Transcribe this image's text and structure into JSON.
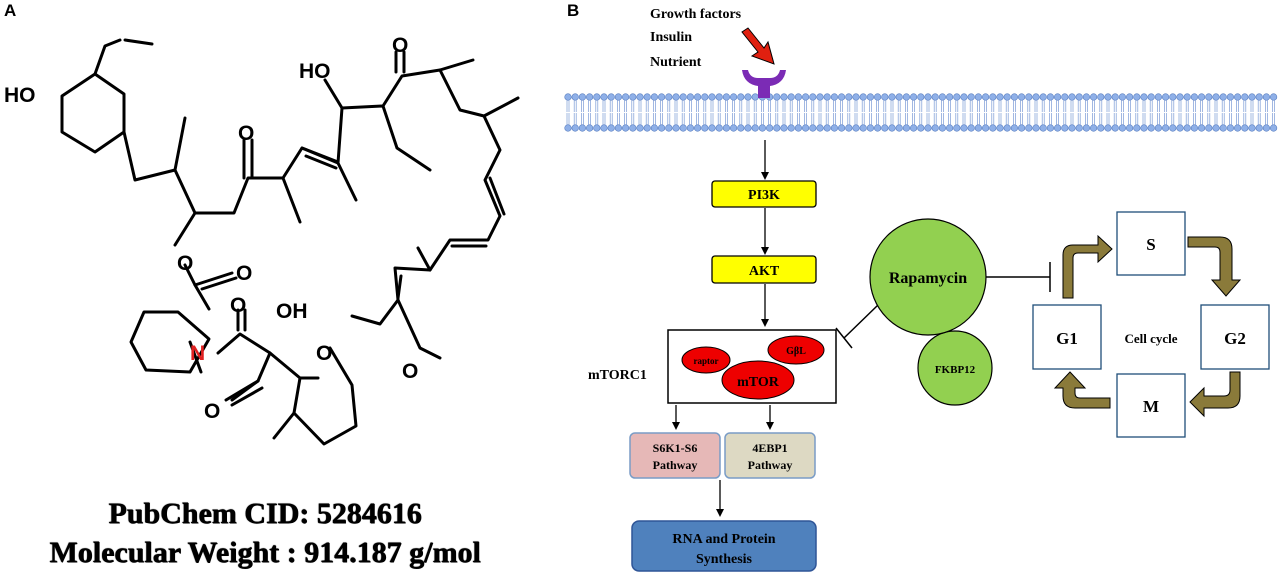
{
  "panels": {
    "a_label": "A",
    "b_label": "B"
  },
  "molecule": {
    "atoms": {
      "ho1": "HO",
      "ho2": "HO",
      "oh": "OH",
      "n": "N",
      "o_ester": "O",
      "o_carbonyl1": "O",
      "o_ketone1": "O",
      "o_ketone2": "O",
      "o_ring": "O",
      "o_amide": "O",
      "o_keto3": "O",
      "o_methoxy": "O"
    },
    "n_color": "#e02020"
  },
  "footer": {
    "cid": "PubChem CID: 5284616",
    "mw": "Molecular Weight : 914.187 g/mol"
  },
  "pathway": {
    "signals": [
      "Growth factors",
      "Insulin",
      "Nutrient"
    ],
    "pi3k": "PI3K",
    "akt": "AKT",
    "mtorc1_label": "mTORC1",
    "complex": {
      "raptor": "raptor",
      "gbl": "GβL",
      "mtor": "mTOR"
    },
    "s6k1": [
      "S6K1-S6",
      "Pathway"
    ],
    "ebp1": [
      "4EBP1",
      "Pathway"
    ],
    "synthesis": [
      "RNA and Protein",
      "Synthesis"
    ],
    "rapamycin": "Rapamycin",
    "fkbp12": "FKBP12"
  },
  "cell_cycle": {
    "title": "Cell cycle",
    "s": "S",
    "g1": "G1",
    "g2": "G2",
    "m": "M"
  },
  "colors": {
    "membrane": "#8fb0e8",
    "receptor": "#7b2bb5",
    "arrow_red": "#e02010",
    "yellow_box": "#ffff00",
    "red_blob": "#ee0000",
    "green": "#92d050",
    "s6k1_fill": "#e6b8b7",
    "ebp1_fill": "#ddd9c3",
    "synthesis_fill": "#4f81bd",
    "cycle_arrow": "#8a7a3a",
    "cycle_box_border": "#1f4e79"
  }
}
